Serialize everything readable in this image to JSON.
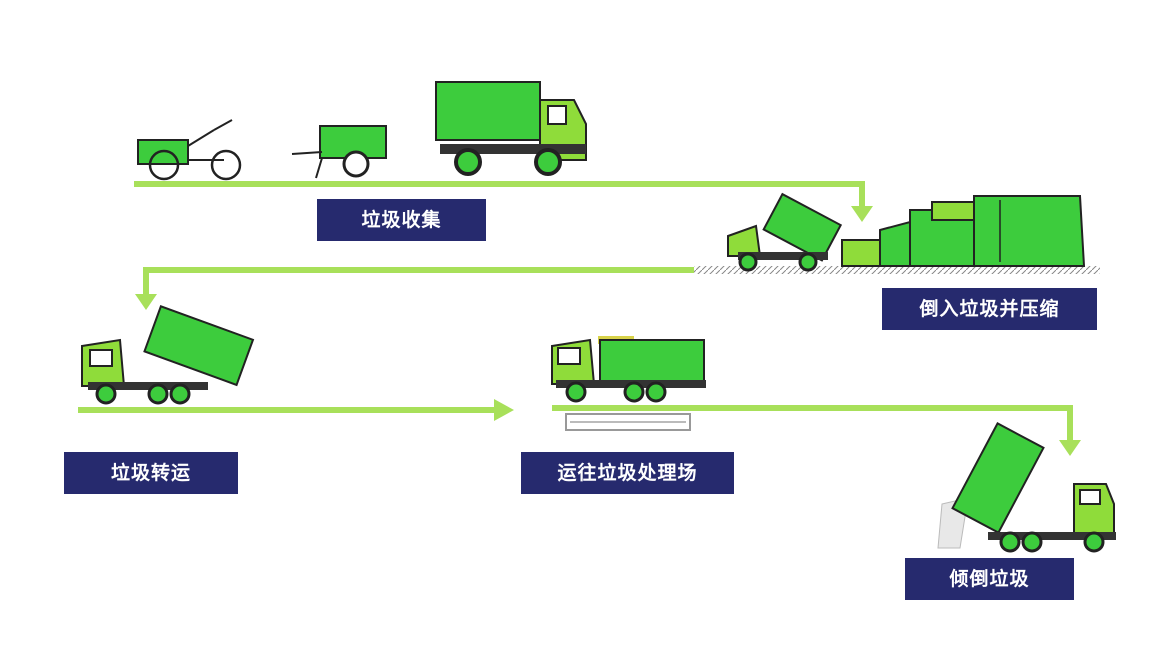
{
  "colors": {
    "label_bg": "#262a6e",
    "flow_line": "#a8e05a",
    "vehicle_green": "#3dcc3d",
    "vehicle_light": "#8fdc3a",
    "outline": "#222222",
    "accent_yellow": "#d8d24a"
  },
  "steps": [
    {
      "id": "collect",
      "label": "垃圾收集"
    },
    {
      "id": "compress",
      "label": "倒入垃圾并压缩"
    },
    {
      "id": "transfer",
      "label": "垃圾转运"
    },
    {
      "id": "haul",
      "label": "运往垃圾处理场"
    },
    {
      "id": "dump",
      "label": "倾倒垃圾"
    }
  ],
  "icons": [
    "tricycle-cart-icon",
    "hand-cart-icon",
    "dump-truck-icon",
    "tipping-truck-icon",
    "compactor-station-icon",
    "hook-lift-truck-loading-icon",
    "container-truck-icon",
    "tipping-container-truck-icon"
  ]
}
